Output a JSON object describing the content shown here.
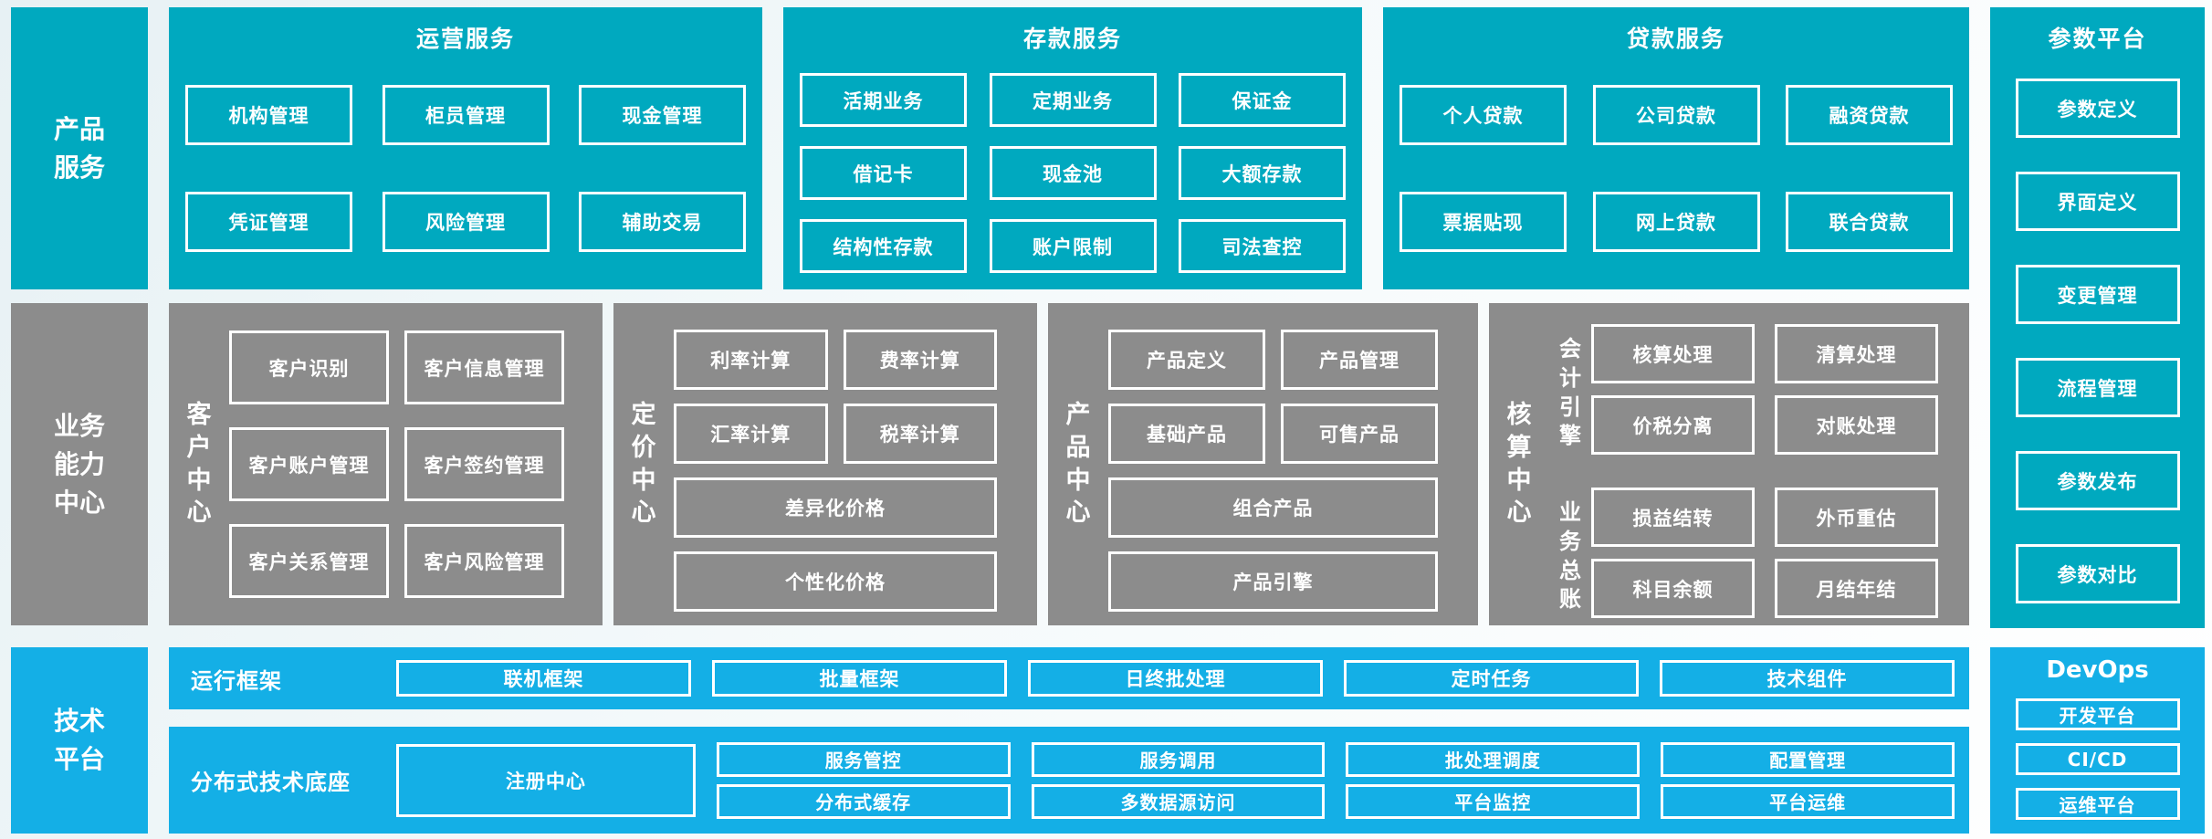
{
  "palette": {
    "teal": "#00A9BF",
    "gray": "#8C8C8C",
    "blue": "#14AFE6",
    "box_border": "#FFFFFF"
  },
  "left_rail": {
    "product_services_label": "产品\n服务",
    "business_center_label": "业务\n能力\n中心",
    "tech_platform_label": "技术\n平台"
  },
  "top_row": {
    "operations": {
      "title": "运营服务",
      "boxes": [
        "机构管理",
        "柜员管理",
        "现金管理",
        "凭证管理",
        "风险管理",
        "辅助交易"
      ]
    },
    "deposits": {
      "title": "存款服务",
      "boxes": [
        "活期业务",
        "定期业务",
        "保证金",
        "借记卡",
        "现金池",
        "大额存款",
        "结构性存款",
        "账户限制",
        "司法查控"
      ]
    },
    "loans": {
      "title": "贷款服务",
      "boxes": [
        "个人贷款",
        "公司贷款",
        "融资贷款",
        "票据贴现",
        "网上贷款",
        "联合贷款"
      ]
    }
  },
  "parameter_platform": {
    "title": "参数平台",
    "boxes": [
      "参数定义",
      "界面定义",
      "变更管理",
      "流程管理",
      "参数发布",
      "参数对比"
    ]
  },
  "business_row": {
    "customer_center": {
      "label": "客\n户\n中\n心",
      "boxes": [
        "客户识别",
        "客户信息管理",
        "客户账户管理",
        "客户签约管理",
        "客户关系管理",
        "客户风险管理"
      ]
    },
    "pricing_center": {
      "label": "定\n价\n中\n心",
      "boxes": [
        "利率计算",
        "费率计算",
        "汇率计算",
        "税率计算"
      ],
      "wide_boxes": [
        "差异化价格",
        "个性化价格"
      ]
    },
    "product_center": {
      "label": "产\n品\n中\n心",
      "boxes": [
        "产品定义",
        "产品管理",
        "基础产品",
        "可售产品"
      ],
      "wide_boxes": [
        "组合产品",
        "产品引擎"
      ]
    },
    "accounting_center": {
      "label": "核\n算\n中\n心",
      "groups": [
        {
          "label": "会\n计\n引\n擎",
          "boxes": [
            "核算处理",
            "清算处理",
            "价税分离",
            "对账处理"
          ]
        },
        {
          "label": "业\n务\n总\n账",
          "boxes": [
            "损益结转",
            "外币重估",
            "科目余额",
            "月结年结"
          ]
        }
      ]
    }
  },
  "tech_row": {
    "runtime": {
      "label": "运行框架",
      "boxes": [
        "联机框架",
        "批量框架",
        "日终批处理",
        "定时任务",
        "技术组件"
      ]
    },
    "distributed": {
      "label": "分布式技术底座",
      "tall_box": "注册中心",
      "pairs": [
        [
          "服务管控",
          "分布式缓存"
        ],
        [
          "服务调用",
          "多数据源访问"
        ],
        [
          "批处理调度",
          "平台监控"
        ],
        [
          "配置管理",
          "平台运维"
        ]
      ]
    },
    "devops": {
      "title": "DevOps",
      "boxes": [
        "开发平台",
        "CI/CD",
        "运维平台"
      ]
    }
  }
}
